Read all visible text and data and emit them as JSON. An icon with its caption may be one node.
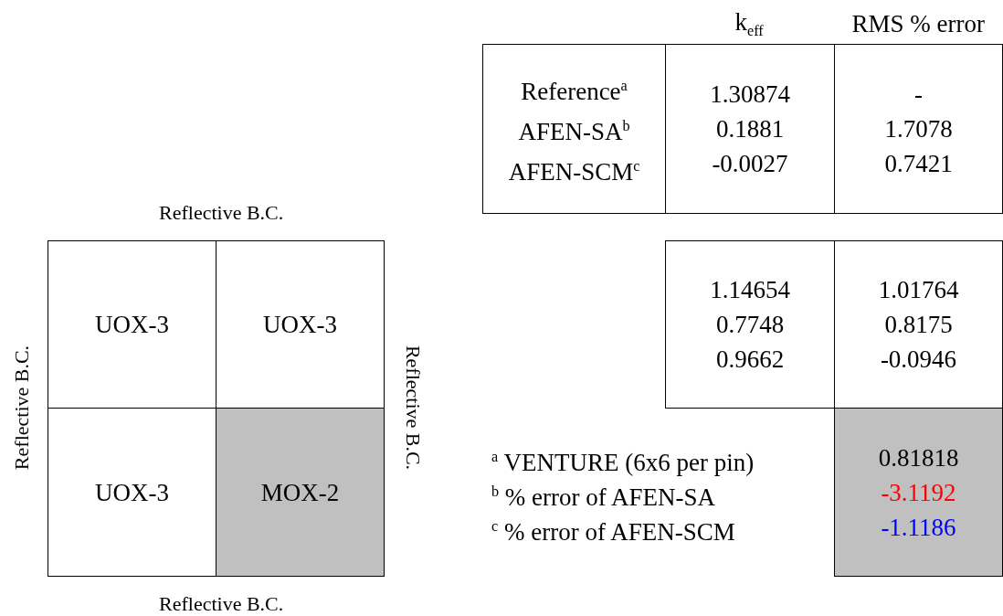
{
  "diagram": {
    "nodes": [
      {
        "text": [
          "UOX-3"
        ]
      },
      {
        "text": [
          "UOX-3"
        ]
      },
      {
        "text": [
          "UOX-3"
        ]
      },
      {
        "text": [
          "MOX-2"
        ]
      },
      {
        "text": [
          "Reference$^{a}$",
          "AFEN-SA$^{b}$",
          "AFEN-SCM$^{c}$"
        ]
      },
      {
        "text": [
          "1.30874",
          "0.1881",
          "-0.0027"
        ]
      },
      {
        "text": [
          "-",
          "1.7078",
          "0.7421"
        ]
      },
      {
        "text": [
          "1.14654",
          "0.7748",
          "0.9662"
        ]
      },
      {
        "text": [
          "1.01764",
          "0.8175",
          "-0.0946"
        ]
      },
      {
        "text": [
          "0.81818",
          "-3.1192",
          "-1.1186"
        ]
      }
    ],
    "edges": [],
    "labels": [
      "k$_{eff}$",
      "RMS % error",
      "Reflective B.C.",
      "Reflective B.C.",
      "Reflective B.C.",
      "Reflective B.C.",
      "$^{a}$ VENTURE (6x6 per pin)",
      "$^{b}$ % error of AFEN-SA",
      "$^{c}$ % error of AFEN-SCM"
    ]
  }
}
